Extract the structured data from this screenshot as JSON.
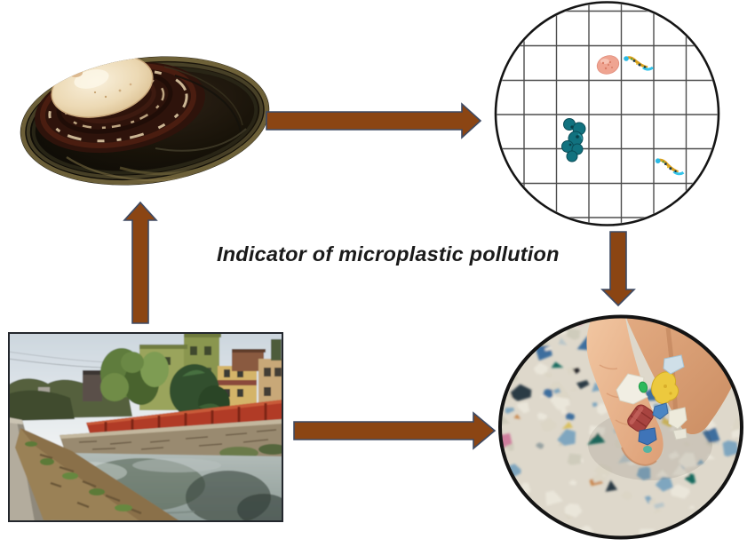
{
  "figure": {
    "caption": "Indicator of microplastic pollution",
    "background": "#ffffff",
    "caption_color": "#1a1a1a"
  },
  "arrow": {
    "fill": "#8B4513",
    "outline": "#3E4A63"
  },
  "panels": {
    "mussel": {
      "name": "freshwater-mussel-shell"
    },
    "petri_dish": {
      "name": "petri-dish-grid-with-microplastics",
      "rim": "#151515",
      "grid": "#4D4D4D",
      "pink_fragment": "#EFA491",
      "teal_pellets": "#11727F",
      "fiber_cyan": "#2AB9E4",
      "fiber_yellow": "#D9A01C"
    },
    "canal": {
      "name": "urban-canal-photo"
    },
    "microplastics": {
      "name": "microplastic-debris-closeup",
      "rim": "#141414"
    }
  }
}
